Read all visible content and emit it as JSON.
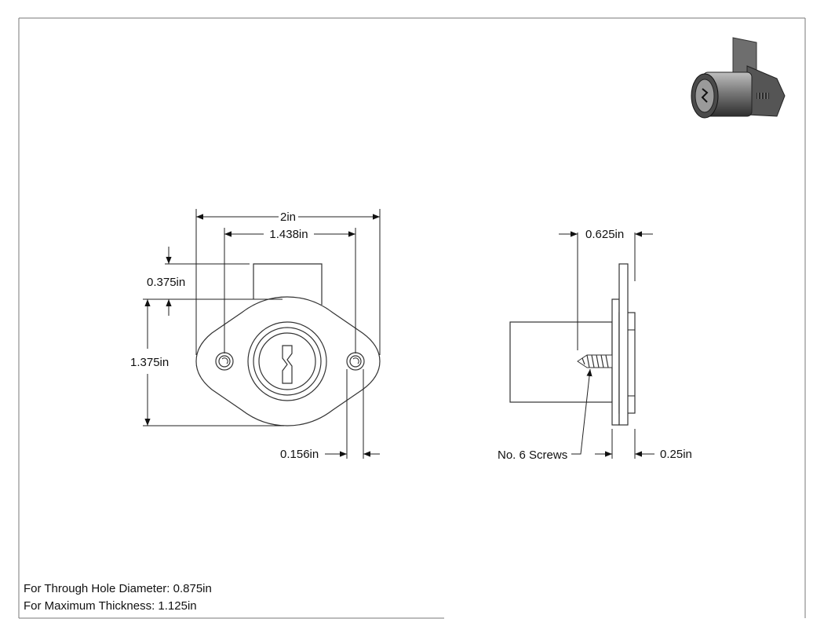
{
  "views": {
    "front": {
      "overall_width": "2in",
      "hole_spacing": "1.438in",
      "bolt_height": "0.375in",
      "body_height": "1.375in",
      "hole_diameter": "0.156in"
    },
    "side": {
      "cylinder_depth": "0.625in",
      "screw_label": "No. 6 Screws",
      "plate_thickness": "0.25in"
    }
  },
  "notes": {
    "through_hole": "For Through Hole Diameter: 0.875in",
    "max_thickness": "For Maximum Thickness: 1.125in"
  },
  "colors": {
    "line": "#222222",
    "frame": "#777777",
    "iso_dark": "#3a3a3a",
    "iso_mid": "#8a8a8a",
    "iso_light": "#c9c9c9"
  }
}
